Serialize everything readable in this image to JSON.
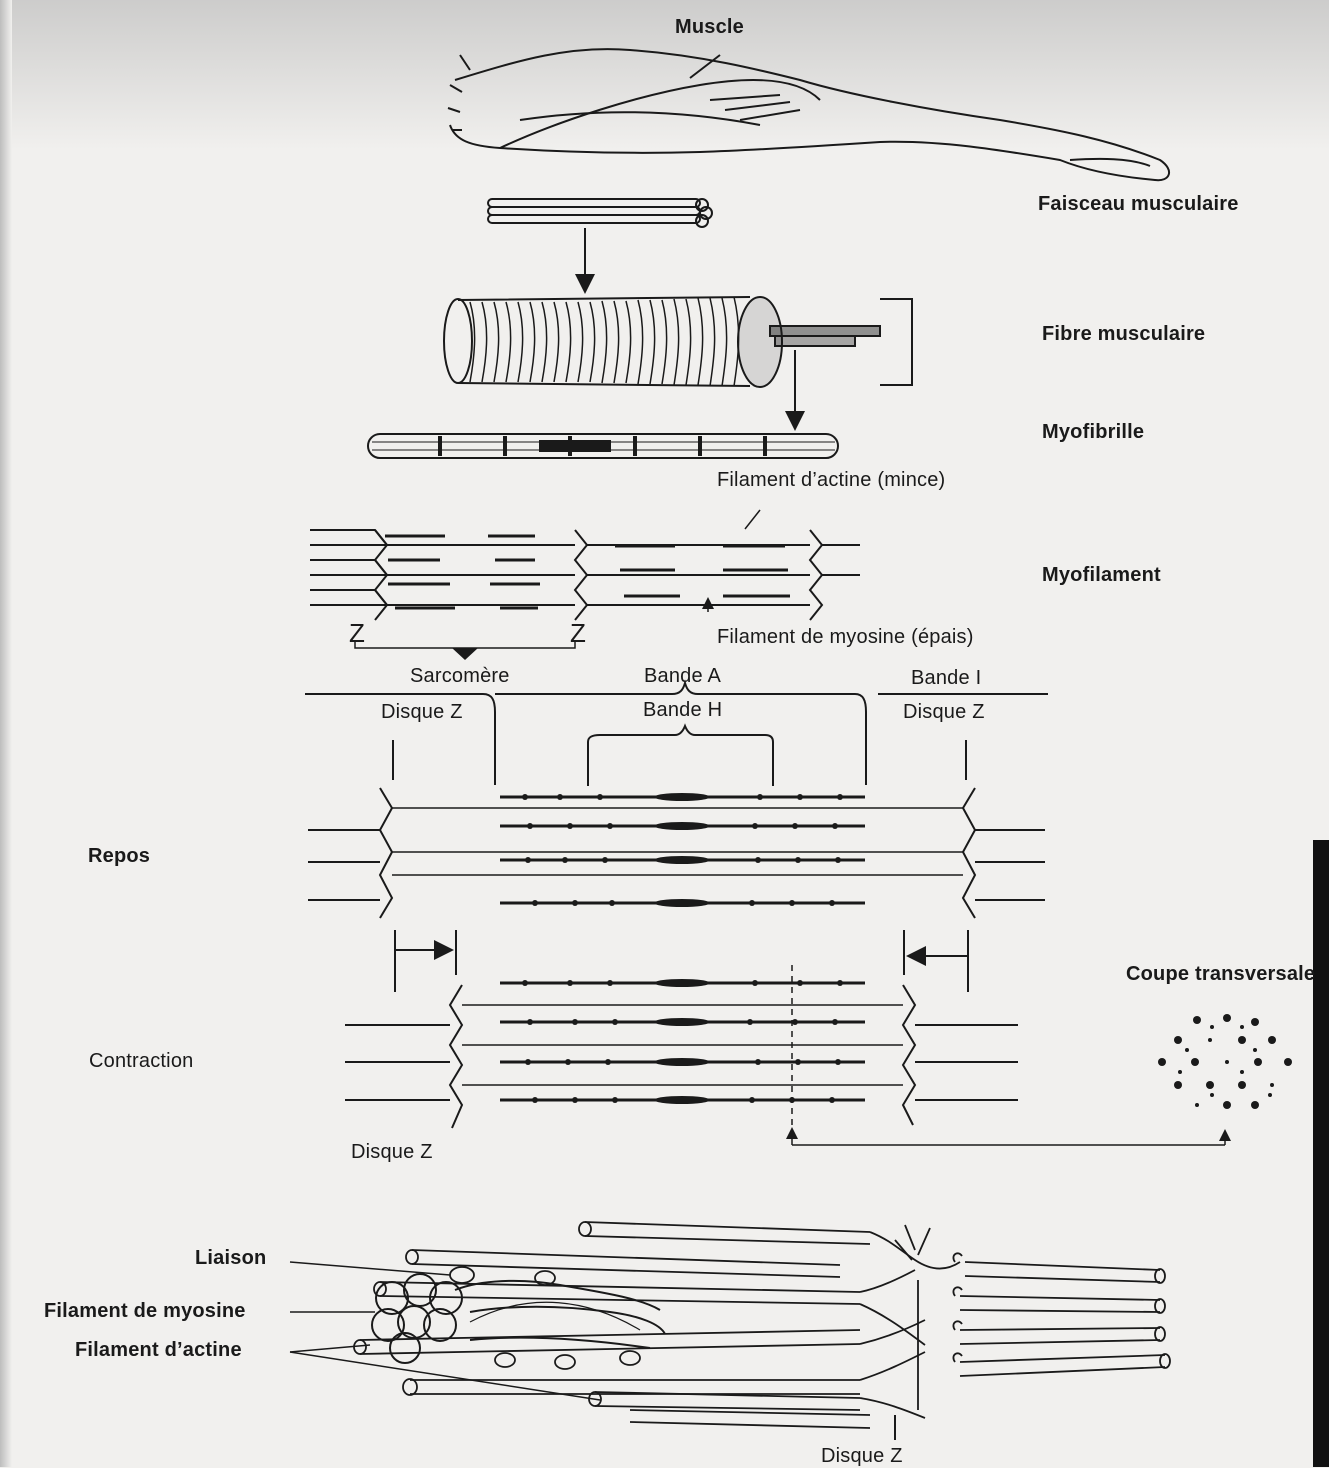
{
  "labels": {
    "muscle": "Muscle",
    "faisceau": "Faisceau musculaire",
    "fibre": "Fibre musculaire",
    "myofibrille": "Myofibrille",
    "actine_mince": "Filament d’actine (mince)",
    "myofilament": "Myofilament",
    "z_left": "Z",
    "z_right": "Z",
    "myosine_epais": "Filament de myosine (épais)",
    "sarcomere": "Sarcomère",
    "bande_a": "Bande A",
    "bande_i": "Bande I",
    "disque_z_left": "Disque Z",
    "bande_h": "Bande H",
    "disque_z_right": "Disque Z",
    "repos": "Repos",
    "coupe": "Coupe transversale",
    "contraction": "Contraction",
    "disque_z_contraction": "Disque Z",
    "liaison": "Liaison",
    "filament_myosine": "Filament de myosine",
    "filament_actine": "Filament d’actine",
    "disque_z_bottom": "Disque Z"
  },
  "colors": {
    "paper": "#f1f0ee",
    "ink": "#1a1a1a"
  }
}
